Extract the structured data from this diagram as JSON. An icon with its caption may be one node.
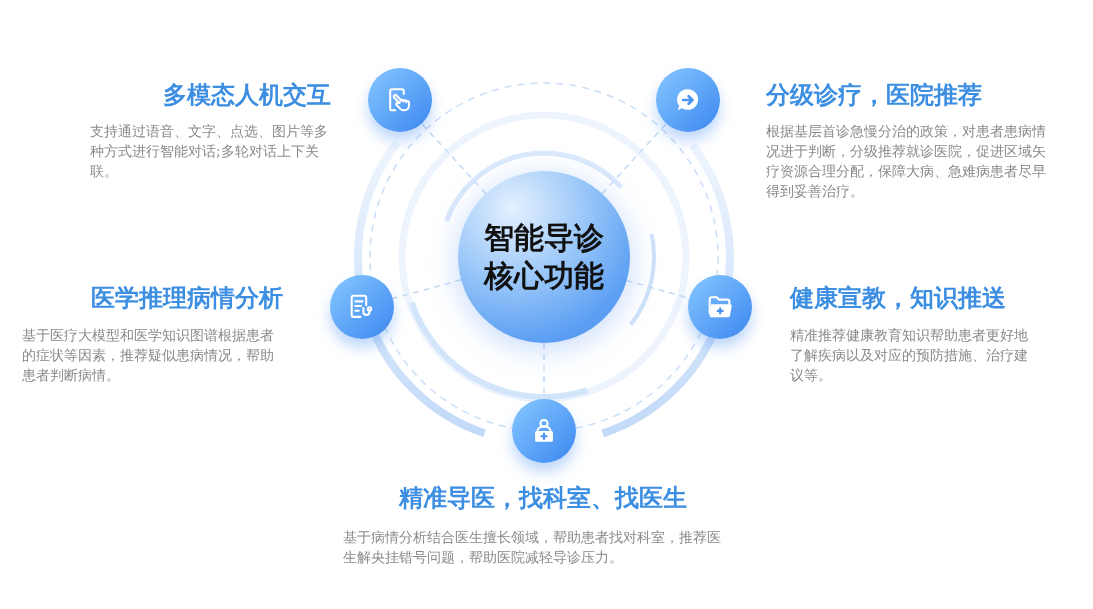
{
  "diagram": {
    "nodes": [
      {
        "text": [
          "智能导诊核心功能"
        ]
      },
      {
        "text": [],
        "shape": "circle",
        "beside": [
          "多模态人机交互",
          "支持通过语音、文字、点选、图片等多种方式进行智能对话;多轮对话上下关联。"
        ]
      },
      {
        "text": [],
        "shape": "circle",
        "beside": [
          "分级诊疗，医院推荐",
          "根据基层首诊急慢分治的政策，对患者患病情况进于判断，分级推荐就诊医院，促进区域矢疗资源合理分配，保障大病、急难病患者尽早得到妥善治疗。"
        ]
      },
      {
        "text": [],
        "shape": "circle",
        "beside": [
          "医学推理病情分析",
          "基于医疗大模型和医学知识图谱根据患者的症状等因素，推荐疑似患病情况，帮助患者判断病情。"
        ]
      },
      {
        "text": [],
        "shape": "circle",
        "beside": [
          "健康宣教，知识推送",
          "精准推荐健康教育知识帮助患者更好地了解疾病以及对应的预防措施、治疗建议等。"
        ]
      },
      {
        "text": [],
        "shape": "circle",
        "beside": [
          "精准导医，找科室、找医生",
          "基于病情分析结合医生擅长领域，帮助患者找对科室，推荐医生解央挂错号问题，帮助医院减轻导诊压力。"
        ]
      }
    ],
    "edges": [
      {
        "from": 0,
        "to": 1,
        "arrow": "none",
        "style": "dashed"
      },
      {
        "from": 0,
        "to": 2,
        "arrow": "none",
        "style": "dashed"
      },
      {
        "from": 0,
        "to": 3,
        "arrow": "none",
        "style": "dashed"
      },
      {
        "from": 0,
        "to": 4,
        "arrow": "none",
        "style": "dashed"
      },
      {
        "from": 0,
        "to": 5,
        "arrow": "none",
        "style": "dashed"
      }
    ]
  }
}
